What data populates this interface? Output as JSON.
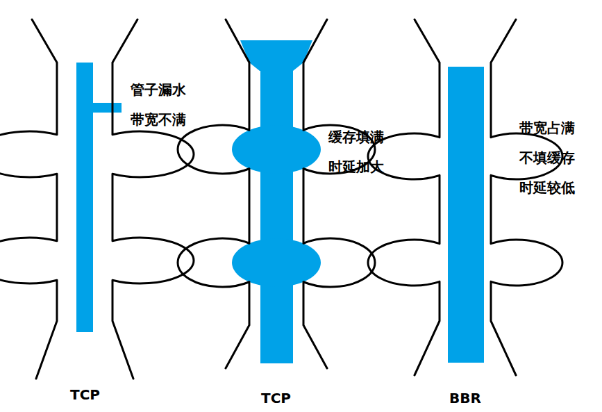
{
  "diagram": {
    "labels": [
      "管子漏水 带宽不满",
      "缓存填满 时延加大",
      "带宽占满 不填缓存 时延较低",
      "TCP",
      "TCP",
      "BBR"
    ]
  }
}
